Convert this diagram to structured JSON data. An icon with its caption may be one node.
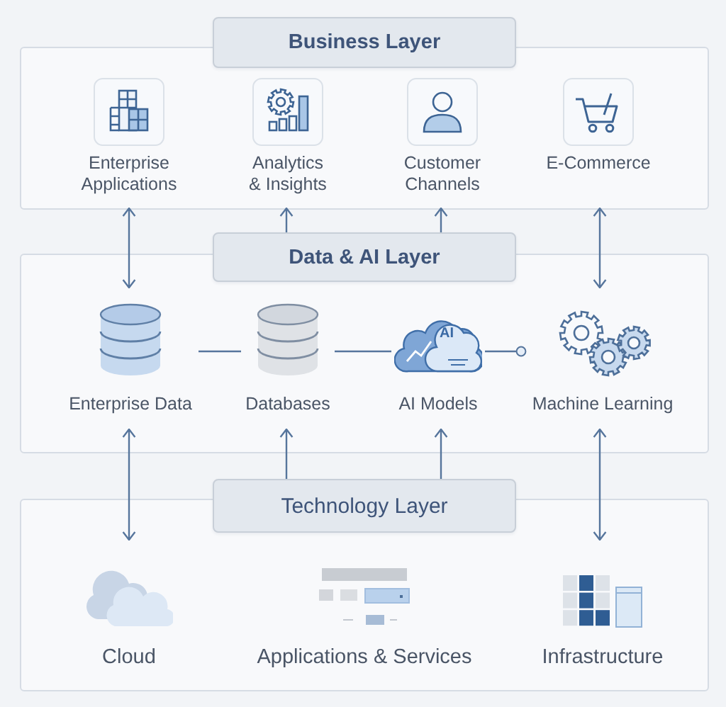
{
  "diagram": {
    "nodes": [
      {
        "text": [
          "Business Layer"
        ]
      },
      {
        "text": [
          "Enterprise Applications"
        ],
        "in": 0
      },
      {
        "text": [
          "Analytics & Insights"
        ],
        "in": 0
      },
      {
        "text": [
          "Customer Channels"
        ],
        "in": 0
      },
      {
        "text": [
          "E-Commerce"
        ],
        "in": 0
      },
      {
        "text": [
          "Data & AI Layer"
        ]
      },
      {
        "text": [
          "Enterprise Data"
        ],
        "in": 5
      },
      {
        "text": [
          "Databases"
        ],
        "in": 5
      },
      {
        "text": [
          "AI Models"
        ],
        "in": 5
      },
      {
        "text": [
          "Machine Learning"
        ],
        "in": 5
      },
      {
        "text": [
          "Technology Layer"
        ]
      },
      {
        "text": [
          "Cloud"
        ],
        "in": 10
      },
      {
        "text": [
          "Applications & Services"
        ],
        "in": 10
      },
      {
        "text": [
          "Infrastructure"
        ],
        "in": 10
      }
    ],
    "edges": [
      {
        "from": 1,
        "to": 6,
        "arrow": "both"
      },
      {
        "from": 5,
        "to": 2,
        "arrow": "to"
      },
      {
        "from": 5,
        "to": 3,
        "arrow": "to"
      },
      {
        "from": 4,
        "to": 9,
        "arrow": "both"
      },
      {
        "from": 6,
        "to": 7,
        "arrow": "none"
      },
      {
        "from": 7,
        "to": 8,
        "arrow": "none"
      },
      {
        "from": 8,
        "to": 9,
        "arrow": "other"
      },
      {
        "from": 6,
        "to": 11,
        "arrow": "both"
      },
      {
        "from": 10,
        "to": 7,
        "arrow": "to"
      },
      {
        "from": 10,
        "to": 8,
        "arrow": "to"
      },
      {
        "from": 9,
        "to": 13,
        "arrow": "both"
      }
    ],
    "labels": [
      "AI"
    ]
  }
}
